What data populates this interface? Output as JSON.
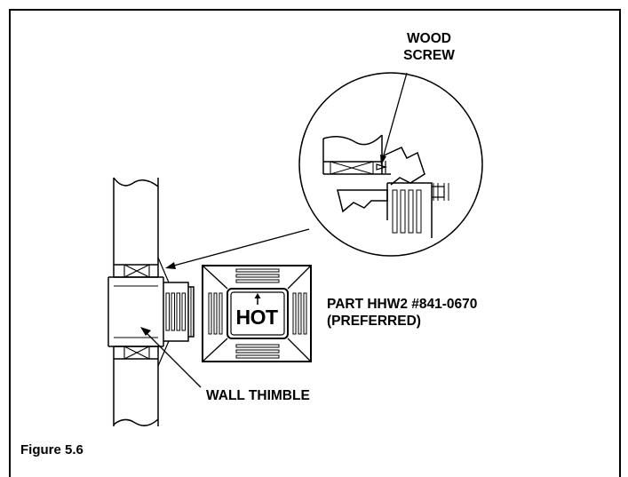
{
  "diagram": {
    "figure_label": "Figure 5.6",
    "callouts": {
      "wood_screw_line1": "WOOD",
      "wood_screw_line2": "SCREW",
      "part_line1": "PART HHW2 #841-0670",
      "part_line2": "(PREFERRED)",
      "wall_thimble": "WALL THIMBLE",
      "hot_marking": "HOT"
    }
  },
  "colors": {
    "ink": "#000000",
    "paper": "#ffffff"
  }
}
